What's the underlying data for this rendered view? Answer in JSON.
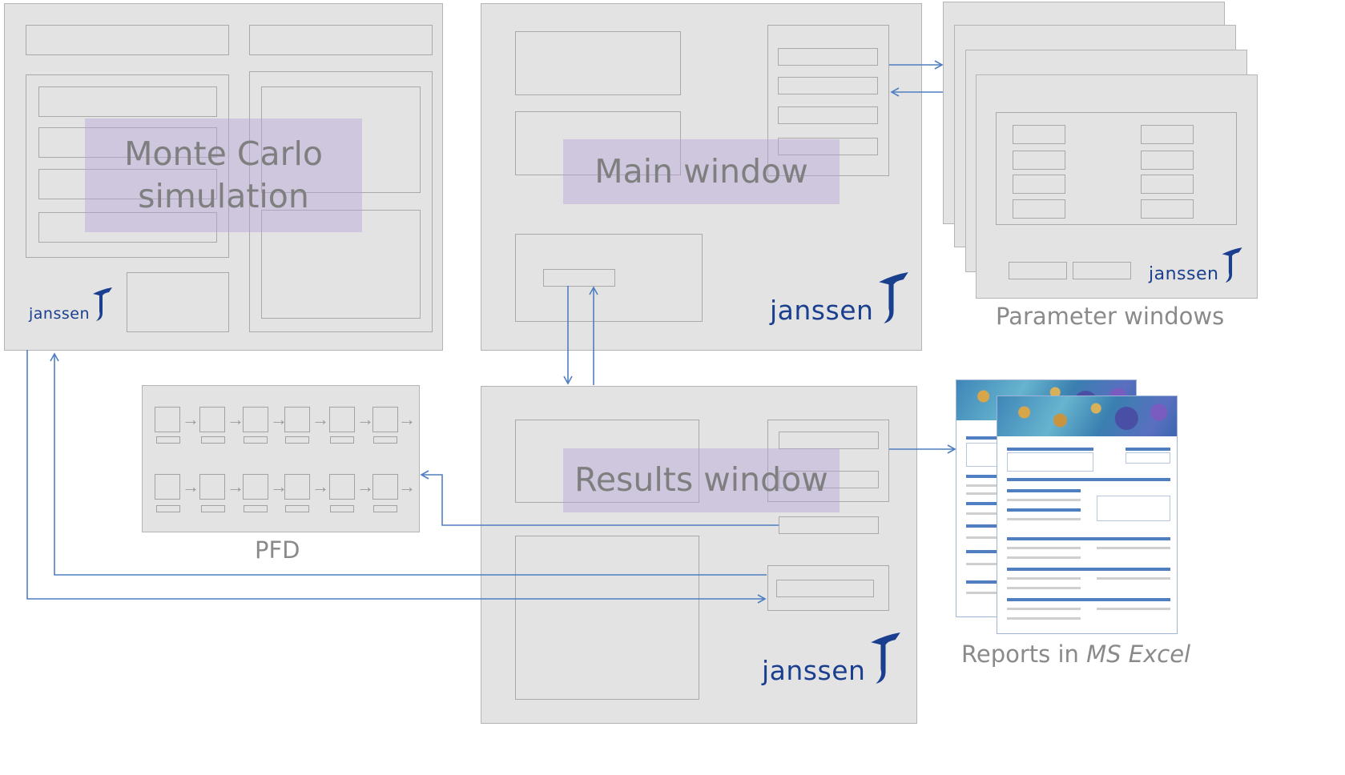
{
  "monte_carlo": {
    "label_line1": "Monte Carlo",
    "label_line2": "simulation",
    "logo": "janssen"
  },
  "main_window": {
    "label": "Main window",
    "logo": "janssen"
  },
  "results_window": {
    "label": "Results window",
    "logo": "janssen"
  },
  "parameter_windows": {
    "caption": "Parameter windows",
    "logo": "janssen"
  },
  "pfd": {
    "caption": "PFD"
  },
  "reports": {
    "caption_prefix": "Reports in ",
    "caption_italic": "MS Excel"
  },
  "colors": {
    "panel": "#e3e3e3",
    "connector": "#4f7ec1",
    "label_highlight": "#b0a0d6",
    "logo": "#1b3f8f"
  },
  "icons": [
    "janssen-logo-icon",
    "arrow-icon",
    "spreadsheet-report-icon"
  ]
}
